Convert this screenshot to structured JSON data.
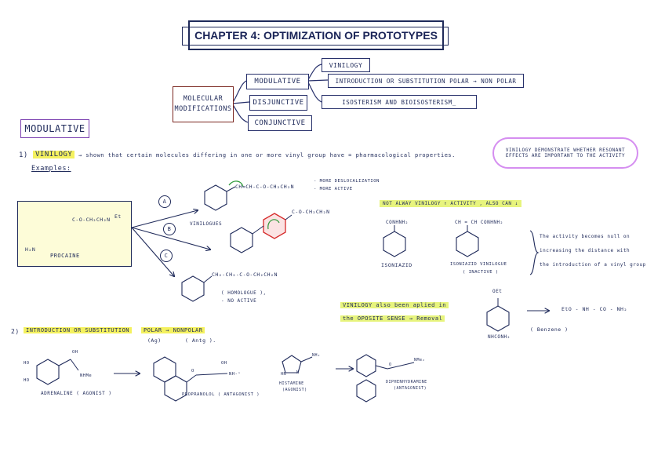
{
  "title": "CHAPTER 4: OPTIMIZATION OF PROTOTYPES",
  "tree": {
    "root": "MOLECULAR MODIFICATIONS",
    "modulative": "MODULATIVE",
    "disjunctive": "DISJUNCTIVE",
    "conjunctive": "CONJUNCTIVE",
    "vinilogy": "VINILOGY",
    "introduction": "INTRODUCTION OR SUBSTITUTION POLAR → NON POLAR",
    "isosterism": "ISOSTERISM AND BIOISOSTERISM_"
  },
  "section_heading": "MODULATIVE",
  "vinilogy_line": {
    "number": "1)",
    "term": "VINILOGY",
    "definition": "→ shown that certain molecules differing in one or more vinyl group have = pharmacological properties.",
    "cloud_note": "VINILOGY DEMONSTRATE WHETHER RESONANT EFFECTS ARE IMPORTANT TO THE ACTIVITY",
    "examples": "Examples:"
  },
  "procaine": {
    "label": "PROCAINE",
    "ester": "C-O-CH₂CH₂N",
    "et": "Et",
    "nh2": "H₂N"
  },
  "branches": {
    "a": "A",
    "b": "B",
    "c": "C",
    "a_chain": "CH=CH-C-O-CH₂CH₂N",
    "a_note1": "- MORE DESLOCALIZATION",
    "a_note2": "- MORE ACTIVE",
    "b_chain": "C-O-CH₂CH₂N",
    "b_label": "VINILOGUES",
    "c_chain": "CH₂-CH₂-C-O-CH₂CH₂N",
    "c_label1": "( HOMOLOGUE ),",
    "c_label2": "- NO ACTIVE"
  },
  "right_panel": {
    "banner": "NOT ALWAY VINILOGY ↑ ACTIVITY , ALSO CAN ↓",
    "iso_top": "CONHNH₂",
    "iso_label": "ISONIAZID",
    "vin_top": "CH = CH CONHNH₂",
    "vin_label1": "ISONIAZID VINILOGUE",
    "vin_label2": "( INACTIVE )",
    "note1": "The activity becomes null on",
    "note2": "increasing the distance with",
    "note3": "the introduction of a vinyl group"
  },
  "opposite": {
    "line1": "VINILOGY also been aplied in",
    "line2": "the OPOSITE SENSE → Removal",
    "oet": "OEt",
    "nhconh2": "NHCONH₂",
    "product": "EtO - NH - CO - NH₂",
    "product_label": "( Benzene )"
  },
  "section2": {
    "number": "2)",
    "text": "INTRODUCTION OR SUBSTITUTION",
    "polar": "POLAR → NONPOLAR",
    "ag": "(Ag)",
    "antg": "( Antg ).",
    "adrenaline": "ADRENALINE ( AGONIST )",
    "ho1": "HO",
    "ho2": "HO",
    "oh": "OH",
    "nhme": "NHMe",
    "propranolol": "PROPRANOLOL ( ANTAGONIST )",
    "prop_oh": "OH",
    "prop_nh": "NH-ⁱ",
    "prop_o": "O",
    "histamine": "HISTAMINE",
    "histamine_sub": "(AGONIST)",
    "hist_nh2": "NH₂",
    "hist_hn": "HN",
    "hist_n": "N",
    "diphen": "DIPHENHYDRAMINE",
    "diphen_sub": "(ANTAGONIST)",
    "diphen_nme": "NMe₂",
    "diphen_o": "O"
  }
}
